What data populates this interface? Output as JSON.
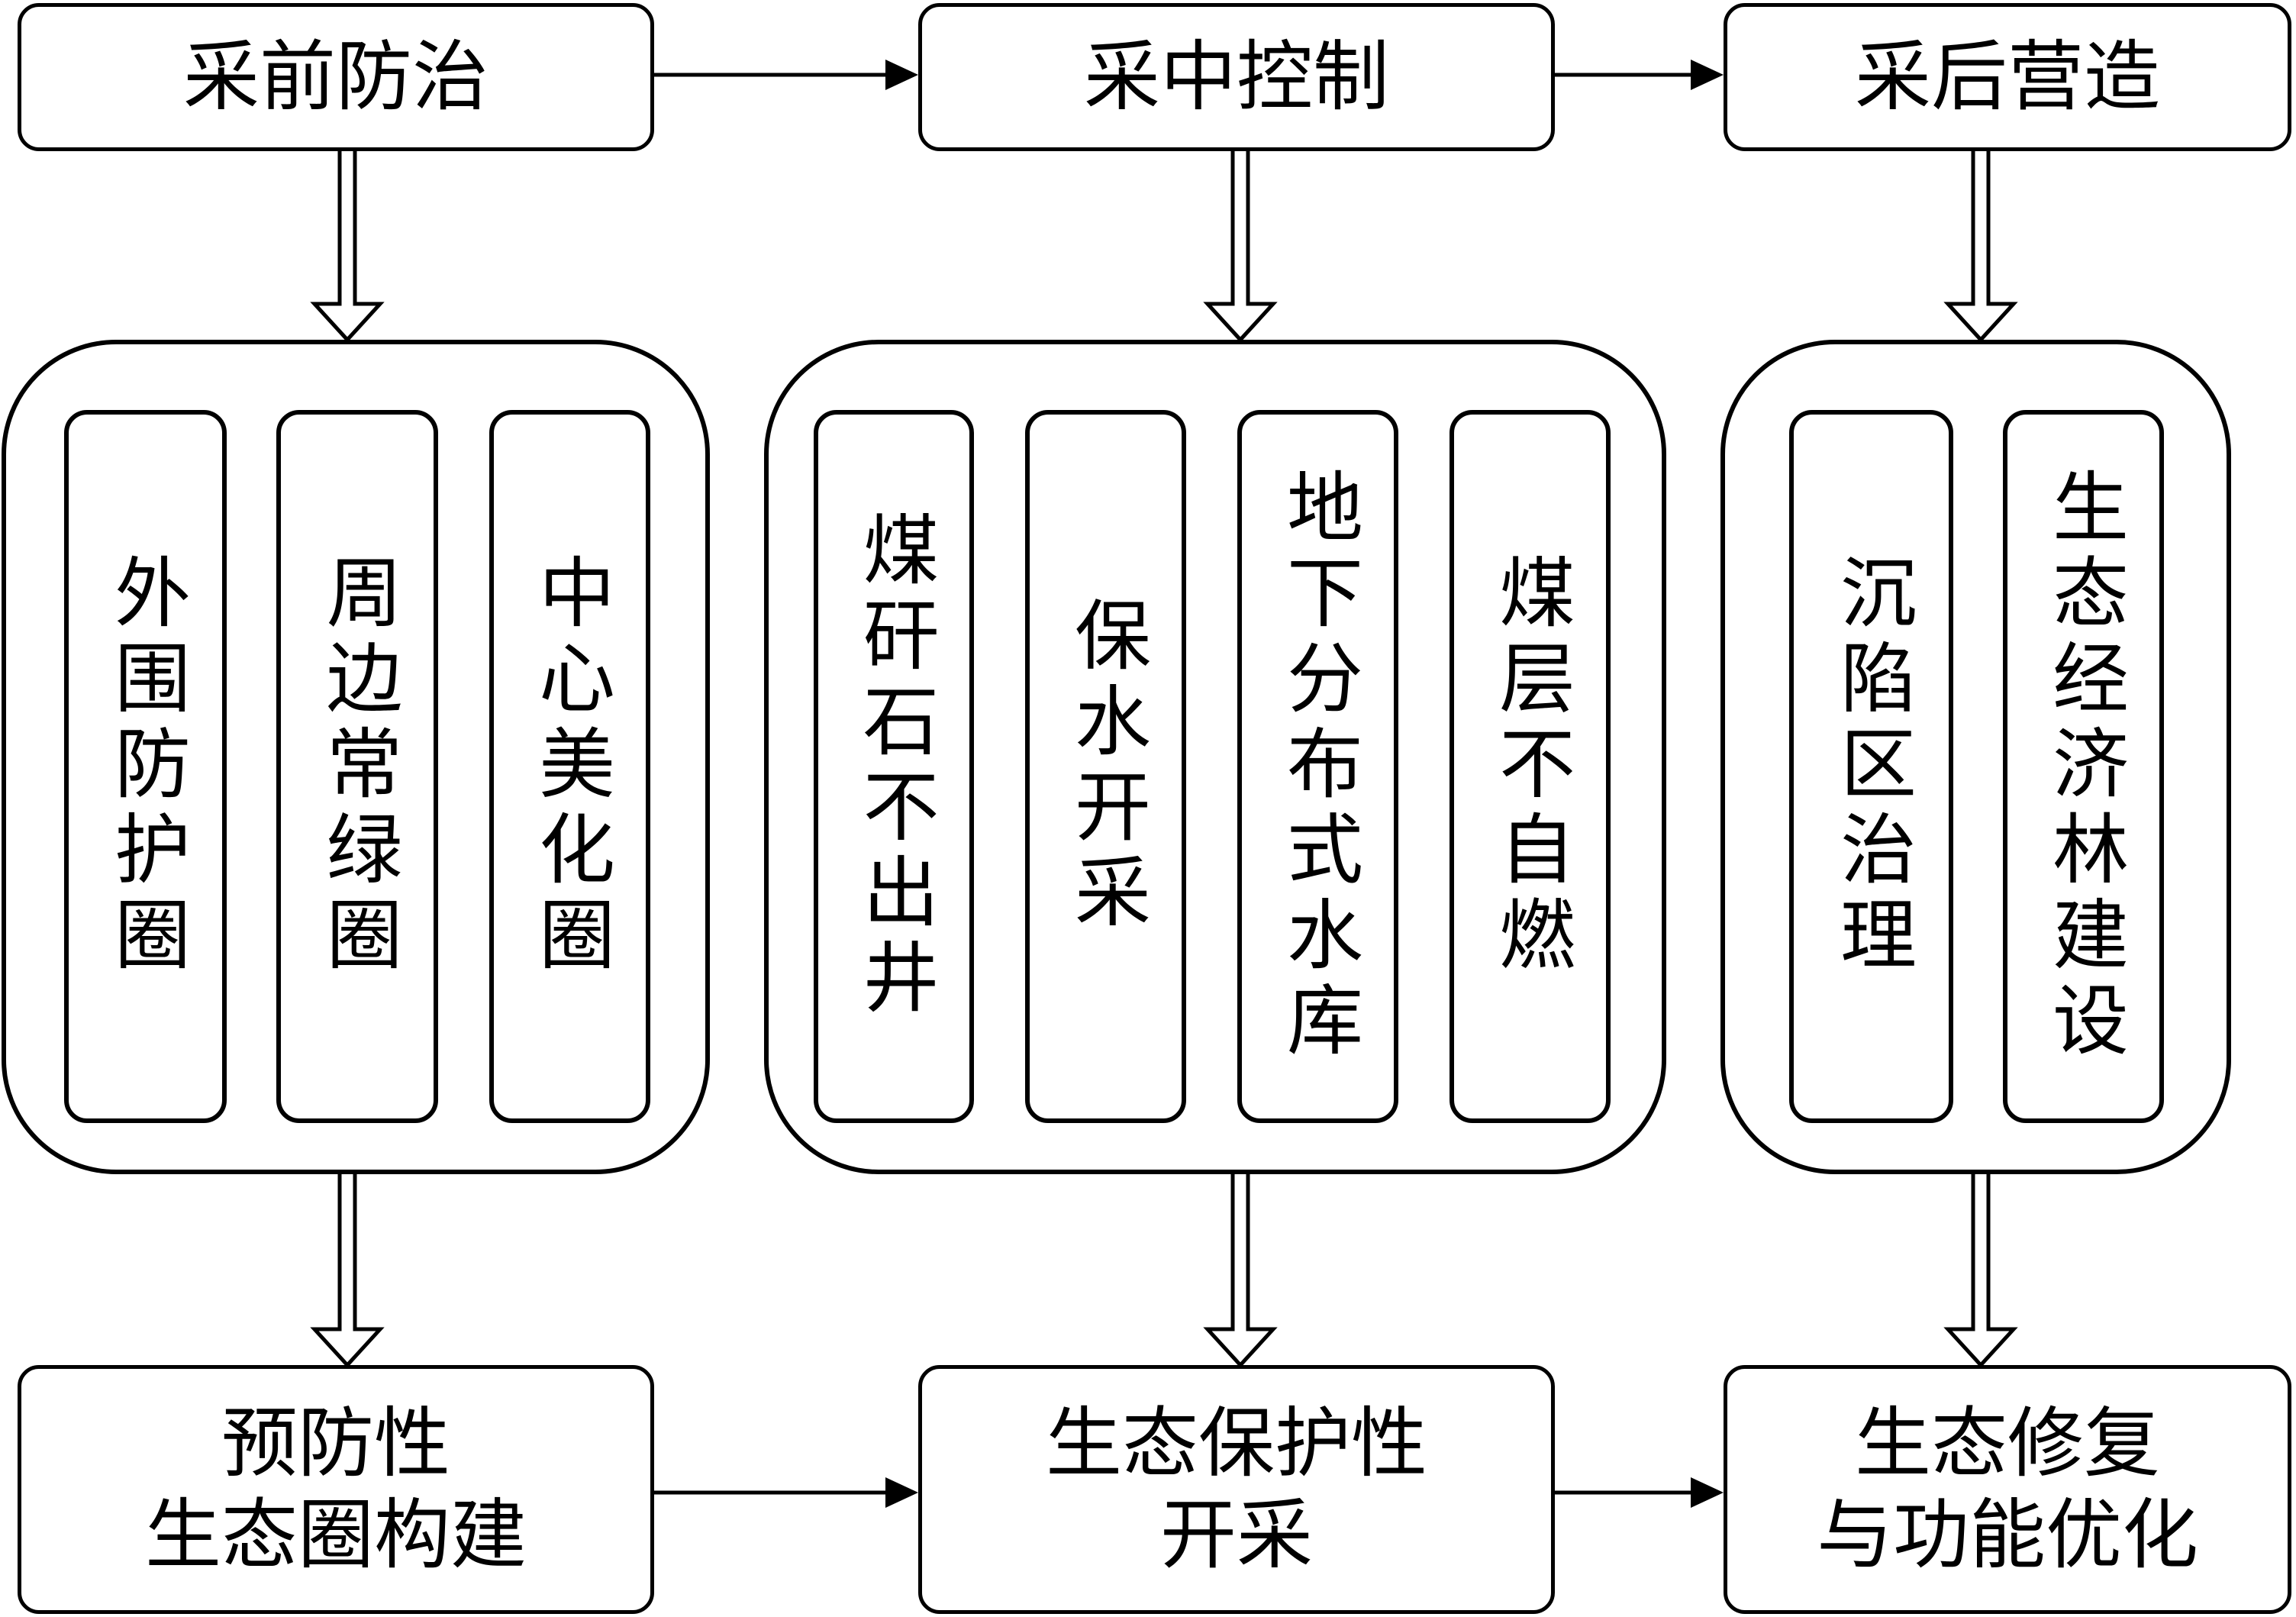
{
  "stages": {
    "pre": {
      "title": "采前防治"
    },
    "during": {
      "title": "采中控制"
    },
    "post": {
      "title": "采后营造"
    }
  },
  "groups": {
    "pre": {
      "items": [
        "外围防护圈",
        "周边常绿圈",
        "中心美化圈"
      ]
    },
    "during": {
      "items": [
        "煤矸石不出井",
        "保水开采",
        "地下分布式水库",
        "煤层不自燃"
      ]
    },
    "post": {
      "items": [
        "沉陷区治理",
        "生态经济林建设"
      ]
    }
  },
  "outcomes": {
    "pre": {
      "line1": "预防性",
      "line2": "生态圈构建"
    },
    "during": {
      "line1": "生态保护性",
      "line2": "开采"
    },
    "post": {
      "line1": "生态修复",
      "line2": "与功能优化"
    }
  },
  "colors": {
    "stroke": "#000000",
    "background": "#ffffff"
  }
}
